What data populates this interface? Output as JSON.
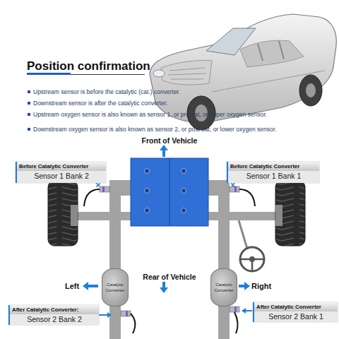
{
  "diagram": {
    "title": "Position confirmation",
    "nodes": [
      {
        "text": [
          "Before Catalytic Converter",
          "Sensor 1 Bank 2"
        ]
      },
      {
        "text": [
          "Before Catalytic Converter",
          "Sensor 1 Bank 1"
        ]
      },
      {
        "text": [
          "Catalytic Converter"
        ]
      },
      {
        "text": [
          "Catalytic Converter"
        ]
      },
      {
        "text": [
          "After Catalytic Converter:",
          "Sensor 2 Bank 2"
        ]
      },
      {
        "text": [
          "After Catalytic Converter",
          "Sensor 2 Bank 1"
        ]
      }
    ],
    "labels": [
      "Upstream sensor is before the catalytic (cat.) converter.",
      "Downstream sensor is after the catalytic converter.",
      "Upstream oxygen sensor is also known as sensor 1, or pre-cat, or upper oxygen sensor.",
      "Downstream oxygen sensor is also known as sensor 2, or post-cat, or lower oxygen sensor.",
      "Front of Vehicle",
      "Rear of Vehicle",
      "Left",
      "Right"
    ]
  }
}
